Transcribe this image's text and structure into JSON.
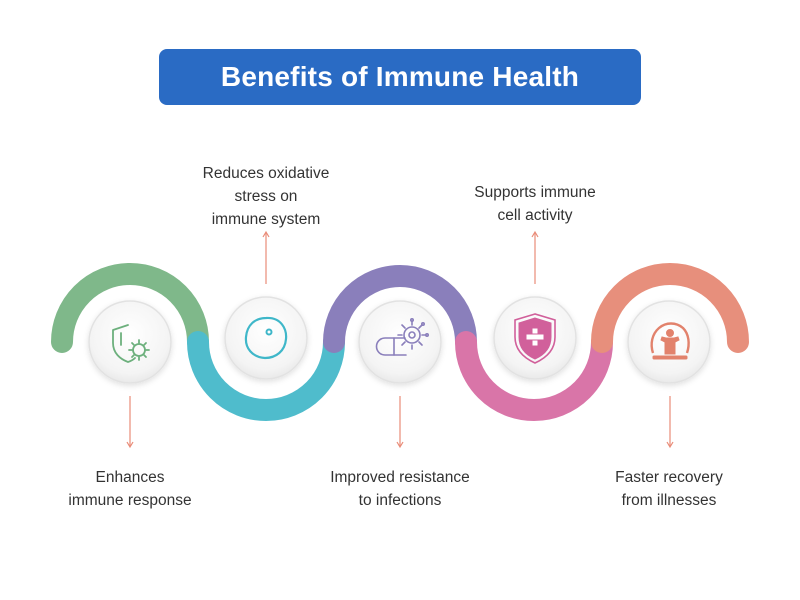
{
  "title": "Benefits of Immune Health",
  "steps": [
    {
      "label_lines": [
        "Enhances",
        "immune response"
      ],
      "icon": "shield-virus-icon",
      "arc_color": "#7fb88a",
      "icon_color": "#6db07d",
      "label_position": "below"
    },
    {
      "label_lines": [
        "Reduces oxidative",
        "stress on",
        "immune system"
      ],
      "icon": "cell-icon",
      "arc_color": "#4fbccc",
      "icon_color": "#3fb7c9",
      "label_position": "above"
    },
    {
      "label_lines": [
        "Improved resistance",
        "to infections"
      ],
      "icon": "capsule-virus-icon",
      "arc_color": "#8a7fbb",
      "icon_color": "#8a7fbb",
      "label_position": "below"
    },
    {
      "label_lines": [
        "Supports immune",
        "cell activity"
      ],
      "icon": "shield-plus-icon",
      "arc_color": "#d975a8",
      "icon_color": "#d1609b",
      "label_position": "above"
    },
    {
      "label_lines": [
        "Faster recovery",
        "from illnesses"
      ],
      "icon": "person-recovery-icon",
      "arc_color": "#e78f7c",
      "icon_color": "#e2826c",
      "label_position": "below"
    }
  ],
  "arrow_color": "#e98b78"
}
